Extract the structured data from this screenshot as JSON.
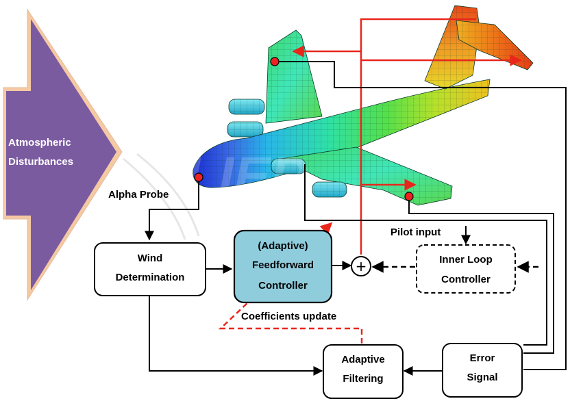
{
  "disturbance": {
    "line1": "Atmospheric",
    "line2": "Disturbances"
  },
  "labels": {
    "alpha_probe": "Alpha Probe",
    "pilot_input": "Pilot input",
    "coefficients_update": "Coefficients update"
  },
  "blocks": {
    "wind": {
      "line1": "Wind",
      "line2": "Determination"
    },
    "feedforward": {
      "line1": "(Adaptive)",
      "line2": "Feedforward",
      "line3": "Controller"
    },
    "inner_loop": {
      "line1": "Inner Loop",
      "line2": "Controller"
    },
    "adaptive_filter": {
      "line1": "Adaptive",
      "line2": "Filtering"
    },
    "error": {
      "line1": "Error",
      "line2": "Signal"
    }
  },
  "summing_junction_symbol": "+",
  "colors": {
    "arrow_fill": "#7b5ba0",
    "arrow_border": "#f4c9a4",
    "feedforward_fill": "#8fcddc",
    "signal_red": "#e8261c",
    "wire": "#000000",
    "sensor_dot": "#ee2222"
  }
}
